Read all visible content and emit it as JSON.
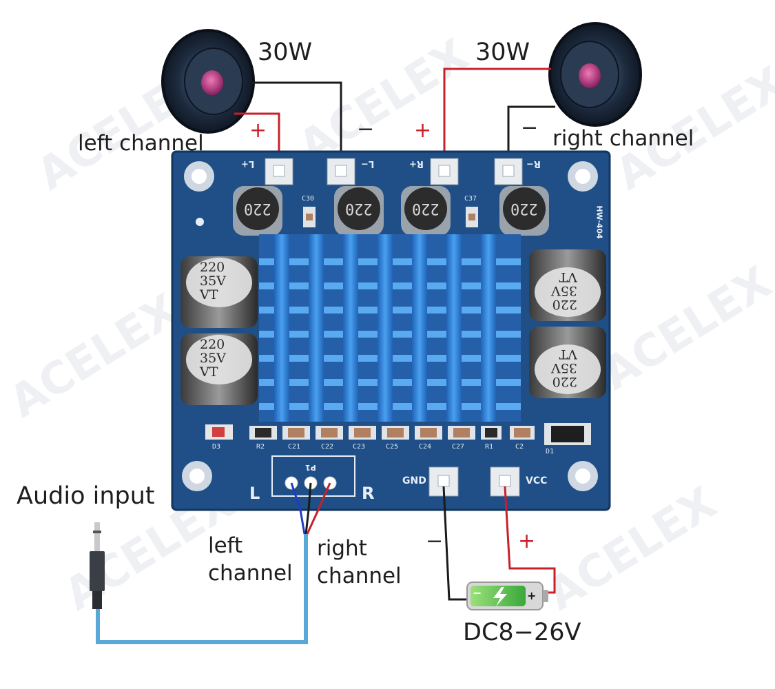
{
  "watermark": "ACELEX",
  "speakers": {
    "left": {
      "power": "30W",
      "label": "left channel",
      "plus": "+",
      "minus": "−"
    },
    "right": {
      "power": "30W",
      "label": "right channel",
      "plus": "+",
      "minus": "−"
    }
  },
  "board": {
    "model": "HW-404",
    "terminals": [
      "L+",
      "L−",
      "R+",
      "R−"
    ],
    "inductor_marking": "220",
    "capacitor_marking": [
      "220",
      "35V",
      "VT"
    ],
    "cap_labels_top": [
      "C30",
      "C37"
    ],
    "bottom_parts": [
      "D3",
      "R2",
      "C21",
      "C22",
      "C23",
      "C25",
      "C24",
      "C27",
      "R1",
      "C2",
      "D1"
    ],
    "input_header": {
      "name": "P1",
      "left": "L",
      "right": "R"
    },
    "power_terminals": {
      "gnd": "GND",
      "vcc": "VCC"
    }
  },
  "audio_input": {
    "label": "Audio input",
    "left_line1": "left",
    "left_line2": "channel",
    "right_line1": "right",
    "right_line2": "channel"
  },
  "power": {
    "minus": "−",
    "plus": "+",
    "range": "DC8−26V",
    "battery_plus": "+",
    "battery_minus": "−"
  },
  "colors": {
    "pcb": "#1f4f86",
    "heatsink": "#2f7fd8",
    "wire_red": "#c8202a",
    "wire_black": "#1a1a1a",
    "wire_blue": "#1e3cc8",
    "cable": "#5aa8d8",
    "battery": "#4fc04a"
  }
}
